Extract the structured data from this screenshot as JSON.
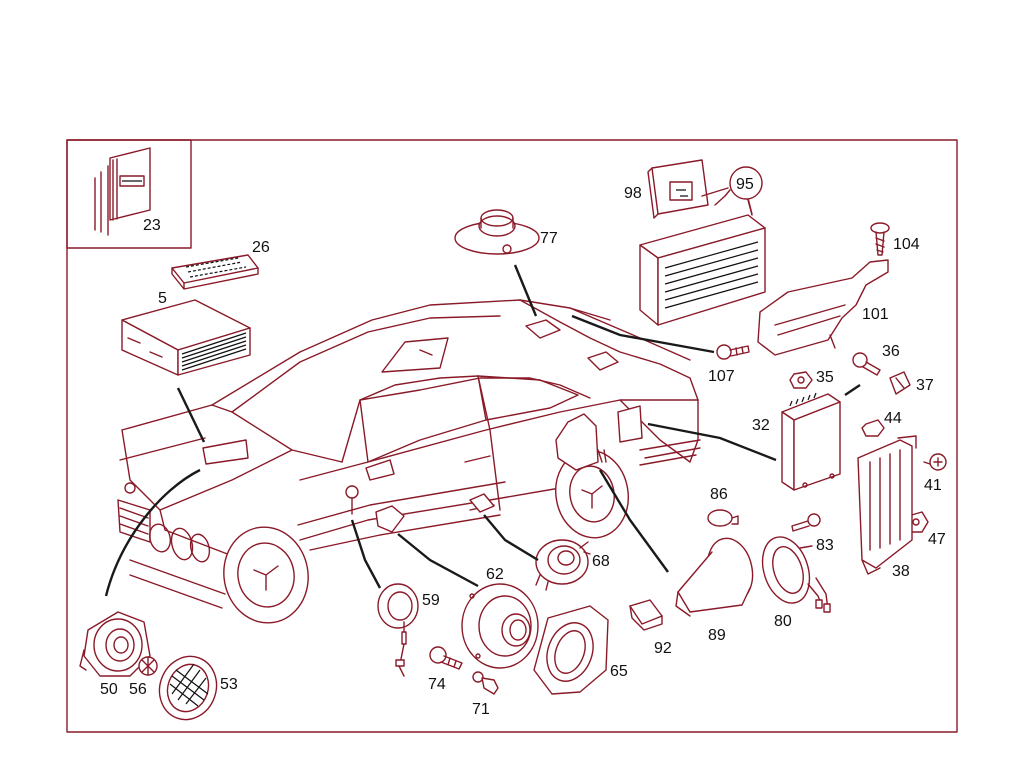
{
  "diagram": {
    "colors": {
      "line": "#8a1a28",
      "text": "#111111",
      "background": "#ffffff"
    },
    "callouts": [
      {
        "id": "c23",
        "text": "23"
      },
      {
        "id": "c26",
        "text": "26"
      },
      {
        "id": "c5",
        "text": "5"
      },
      {
        "id": "c77",
        "text": "77"
      },
      {
        "id": "c98",
        "text": "98"
      },
      {
        "id": "c95",
        "text": "95"
      },
      {
        "id": "c104",
        "text": "104"
      },
      {
        "id": "c101",
        "text": "101"
      },
      {
        "id": "c107",
        "text": "107"
      },
      {
        "id": "c36",
        "text": "36"
      },
      {
        "id": "c35",
        "text": "35"
      },
      {
        "id": "c37",
        "text": "37"
      },
      {
        "id": "c32",
        "text": "32"
      },
      {
        "id": "c44",
        "text": "44"
      },
      {
        "id": "c41",
        "text": "41"
      },
      {
        "id": "c86",
        "text": "86"
      },
      {
        "id": "c83",
        "text": "83"
      },
      {
        "id": "c47",
        "text": "47"
      },
      {
        "id": "c38",
        "text": "38"
      },
      {
        "id": "c68",
        "text": "68"
      },
      {
        "id": "c62",
        "text": "62"
      },
      {
        "id": "c59",
        "text": "59"
      },
      {
        "id": "c80",
        "text": "80"
      },
      {
        "id": "c89",
        "text": "89"
      },
      {
        "id": "c92",
        "text": "92"
      },
      {
        "id": "c65",
        "text": "65"
      },
      {
        "id": "c74",
        "text": "74"
      },
      {
        "id": "c71",
        "text": "71"
      },
      {
        "id": "c50",
        "text": "50"
      },
      {
        "id": "c56",
        "text": "56"
      },
      {
        "id": "c53",
        "text": "53"
      }
    ]
  }
}
